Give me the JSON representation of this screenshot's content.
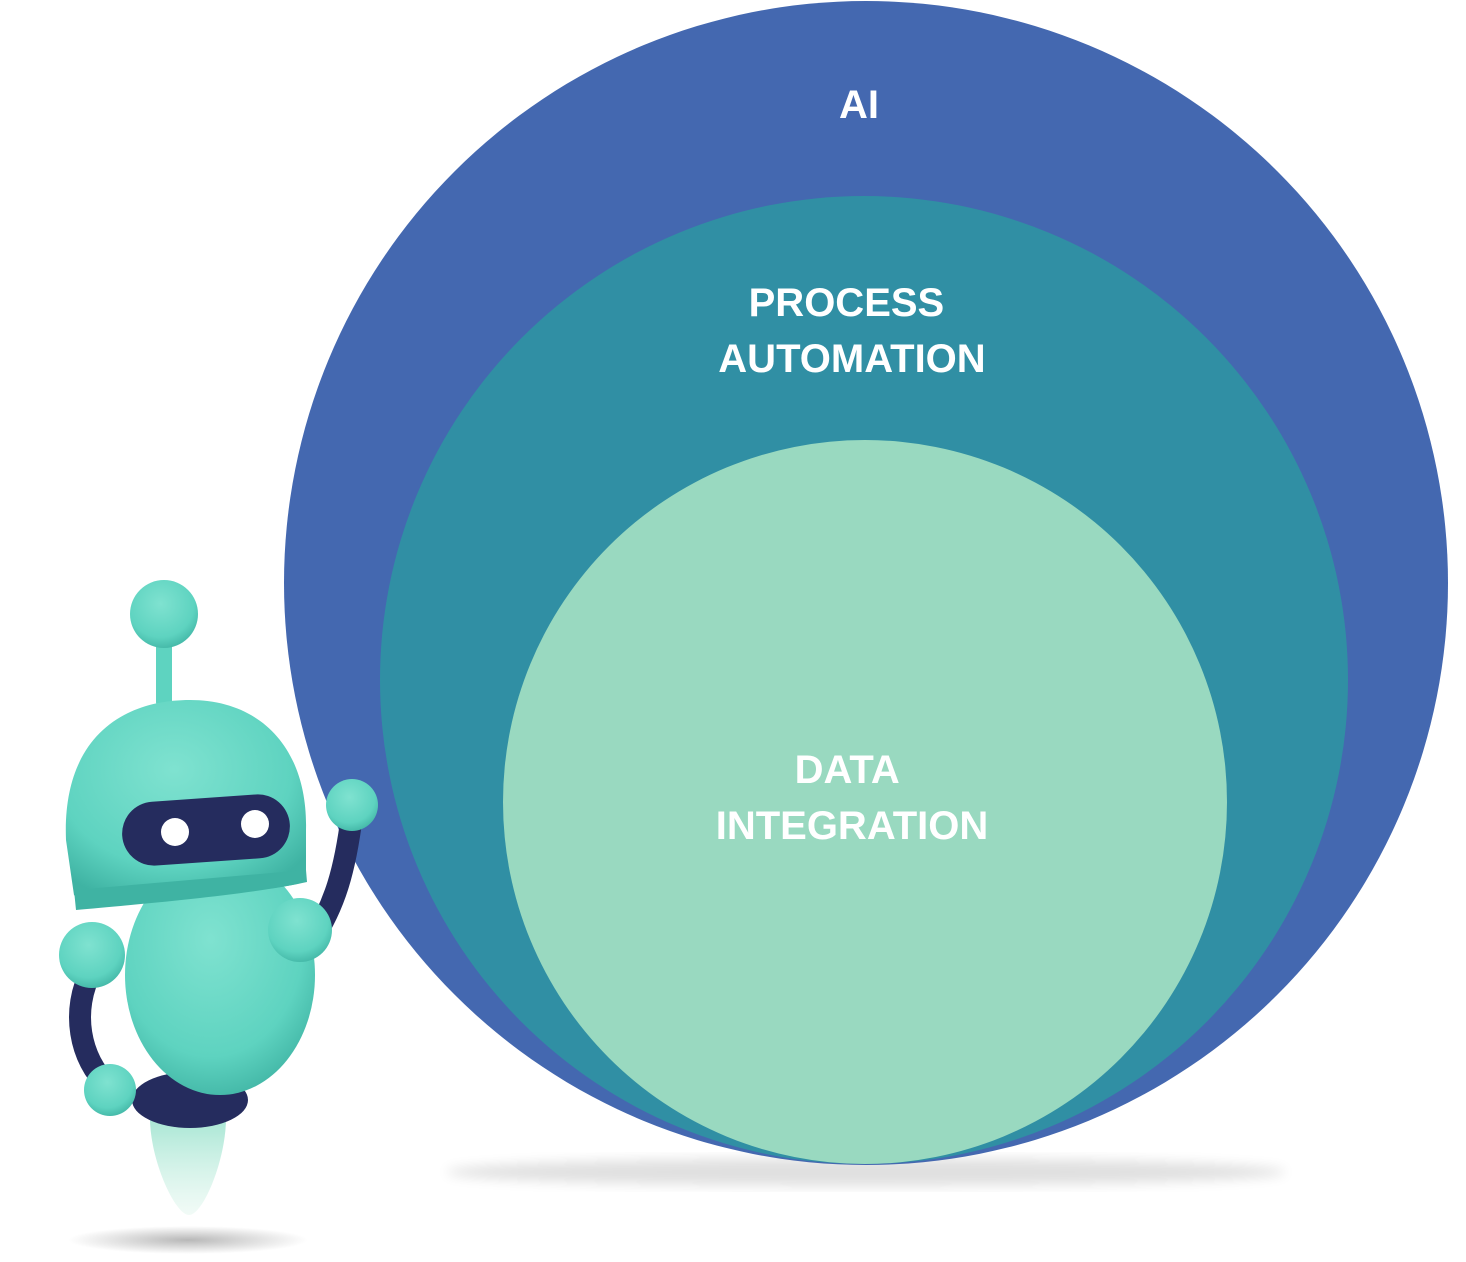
{
  "diagram": {
    "layers": [
      {
        "id": "outer",
        "lines": [
          "AI"
        ],
        "color": "#4468B0"
      },
      {
        "id": "middle",
        "lines": [
          "PROCESS",
          "AUTOMATION"
        ],
        "color": "#308FA4"
      },
      {
        "id": "inner",
        "lines": [
          "DATA",
          "INTEGRATION"
        ],
        "color": "#99D9C0"
      }
    ],
    "label_color": "#FFFFFF"
  },
  "mascot": {
    "body_color": "#5ED3C0",
    "dark_color": "#252C5E",
    "glow_color": "#C9EDDF"
  }
}
